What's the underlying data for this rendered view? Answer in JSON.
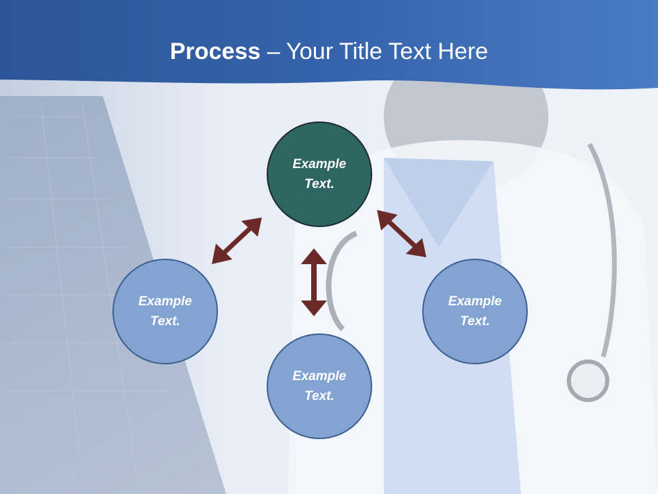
{
  "title": {
    "bold": "Process",
    "rest": " – Your Title Text Here"
  },
  "nodes": {
    "top": {
      "line1": "Example",
      "line2": "Text."
    },
    "left": {
      "line1": "Example",
      "line2": "Text."
    },
    "right": {
      "line1": "Example",
      "line2": "Text."
    },
    "bottom": {
      "line1": "Example",
      "line2": "Text."
    }
  },
  "colors": {
    "banner": "#2f5a9e",
    "center_node": "#2f6560",
    "outer_node": "#83a3d3",
    "arrow": "#6b2a27"
  },
  "background_image": "doctor-with-stethoscope-viewing-xray"
}
